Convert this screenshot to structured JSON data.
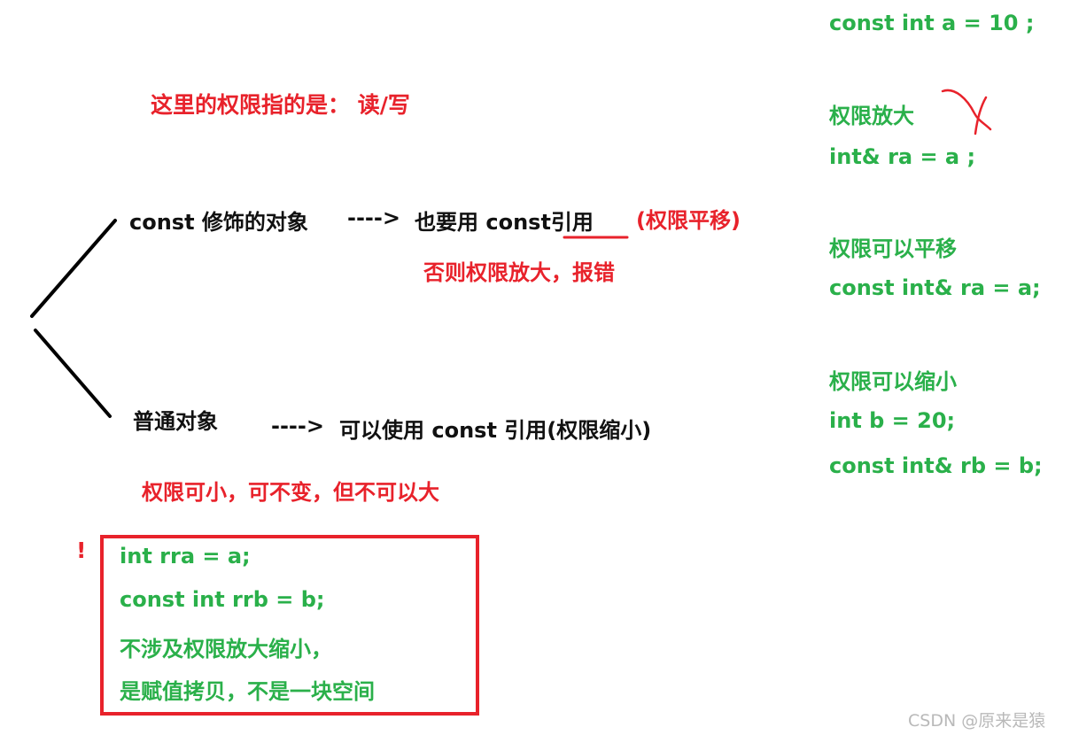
{
  "left": {
    "note_permission": "这里的权限指的是： 读/写",
    "const_object": "const 修饰的对象",
    "const_arrow": "---->",
    "const_rule_prefix": "也要用 const",
    "const_rule_underlined": "引用",
    "const_rule_tag": "(权限平移)",
    "const_else": "否则权限放大，报错",
    "normal_object": "普通对象",
    "normal_arrow": "---->",
    "normal_rule": "可以使用 const 引用(权限缩小)",
    "summary": "权限可小，可不变，但不可以大",
    "exclaim": "!",
    "box_lines": [
      "int rra = a;",
      "const int rrb = b;",
      "不涉及权限放大缩小，",
      "是赋值拷贝，不是一块空间"
    ]
  },
  "right": {
    "line_decl": "const int a = 10 ;",
    "h_enlarge": "权限放大",
    "line_enlarge": "int& ra = a ;",
    "h_translate": "权限可以平移",
    "line_translate": "const int& ra = a;",
    "h_shrink": "权限可以缩小",
    "line_shrink_1": "int b = 20;",
    "line_shrink_2": "const int& rb = b;"
  },
  "watermark": "CSDN @原来是猿",
  "colors": {
    "red": "#e8222b",
    "green": "#2ab04a",
    "black": "#111111"
  }
}
